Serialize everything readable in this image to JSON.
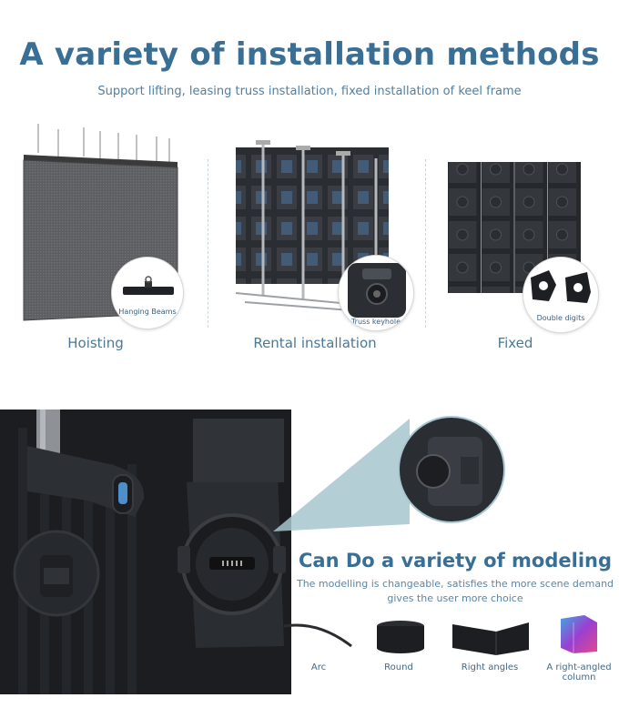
{
  "header": {
    "title": "A variety of installation methods",
    "subtitle": "Support lifting, leasing truss installation, fixed installation of keel frame"
  },
  "methods": [
    {
      "label": "Hoisting",
      "bubble_label": "Hanging Beams"
    },
    {
      "label": "Rental installation",
      "bubble_label": "Truss keyhole"
    },
    {
      "label": "Fixed",
      "bubble_label": "Double digits"
    }
  ],
  "modeling": {
    "title": "Can Do a variety of modeling",
    "desc_line1": "The modelling is changeable, satisfies the more scene demand",
    "desc_line2": "gives the user more choice",
    "shapes": [
      {
        "label": "Arc"
      },
      {
        "label": "Round"
      },
      {
        "label": "Right angles"
      },
      {
        "label": "A right-angled column"
      }
    ]
  },
  "colors": {
    "heading": "#3a6f95",
    "text": "#4f7fa3",
    "accent_teal": "#a7c6cf",
    "panel_dark": "#1a1c1f"
  }
}
